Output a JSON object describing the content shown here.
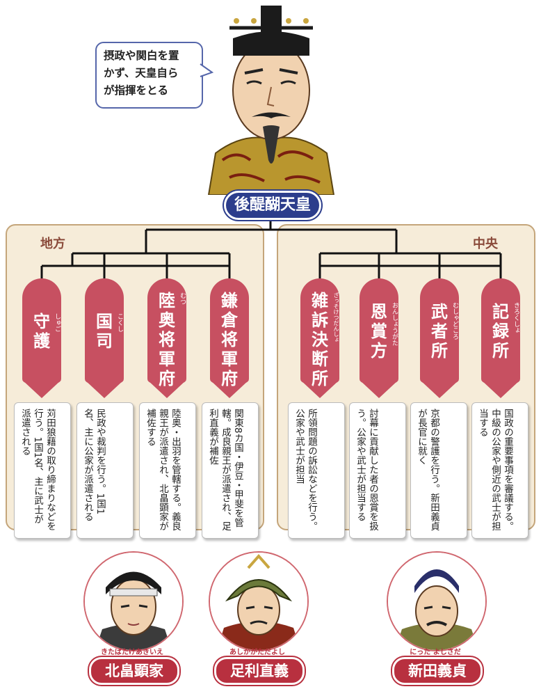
{
  "emperor": {
    "name": "後醍醐天皇",
    "speech": [
      "摂政や関白を置",
      "かず、天皇自ら",
      "が指揮をとる"
    ]
  },
  "regions": {
    "local": "地方",
    "central": "中央"
  },
  "offices": [
    {
      "name": "守護",
      "ruby": "しゅご",
      "desc": "苅田狼藉の取り締まりなどを行う。1国1名、主に武士が派遣される"
    },
    {
      "name": "国司",
      "ruby": "こくし",
      "desc": "民政や裁判を行う。1国1名、主に公家が派遣される"
    },
    {
      "name": "陸奥将軍府",
      "ruby": "むつ",
      "desc": "陸奥・出羽を管轄する。義良親王が派遣され、北畠顕家が補佐する"
    },
    {
      "name": "鎌倉将軍府",
      "ruby": "",
      "desc": "関東8カ国・伊豆・甲斐を管轄。成良親王が派遣され、足利直義が補佐"
    },
    {
      "name": "雑訴決断所",
      "ruby": "ざっそけつだんしょ",
      "desc": "所領問題の訴訟などを行う。公家や武士が担当"
    },
    {
      "name": "恩賞方",
      "ruby": "おんしょうがた",
      "desc": "討幕に貢献した者の恩賞を扱う。公家や武士が担当する"
    },
    {
      "name": "武者所",
      "ruby": "むしゃどころ",
      "desc": "京都の警護を行う。新田義貞が長官に就く"
    },
    {
      "name": "記録所",
      "ruby": "きろくしょ",
      "desc": "国政の重要事項を審議する。中級の公家や側近の武士が担当する"
    }
  ],
  "people": [
    {
      "name": "北畠顕家",
      "ruby": "きたばたけあきいえ"
    },
    {
      "name": "足利直義",
      "ruby": "あしかがただよし"
    },
    {
      "name": "新田義貞",
      "ruby": "にった よしさだ"
    }
  ]
}
